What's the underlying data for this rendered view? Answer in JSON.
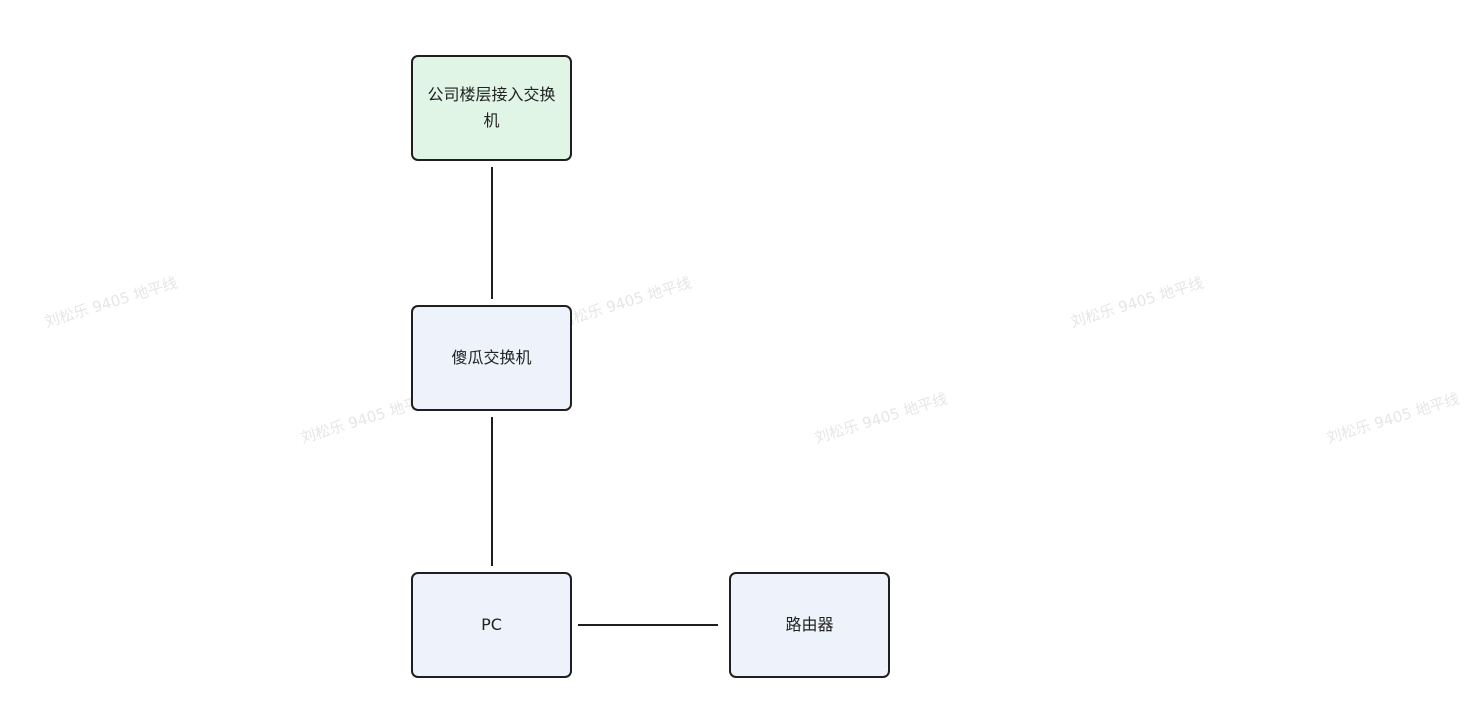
{
  "diagram": {
    "nodes": [
      {
        "id": "floor-switch",
        "label": "公司楼层接入交换机",
        "fill": "#e0f5e6"
      },
      {
        "id": "dumb-switch",
        "label": "傻瓜交换机",
        "fill": "#edf2fb"
      },
      {
        "id": "pc",
        "label": "PC",
        "fill": "#edf2fb"
      },
      {
        "id": "router",
        "label": "路由器",
        "fill": "#edf2fb"
      }
    ],
    "edges": [
      {
        "from": "floor-switch",
        "to": "dumb-switch"
      },
      {
        "from": "dumb-switch",
        "to": "pc"
      },
      {
        "from": "pc",
        "to": "router"
      }
    ],
    "border_color": "#1f1f1f"
  },
  "watermark": {
    "text": "刘松乐 9405 地平线"
  }
}
